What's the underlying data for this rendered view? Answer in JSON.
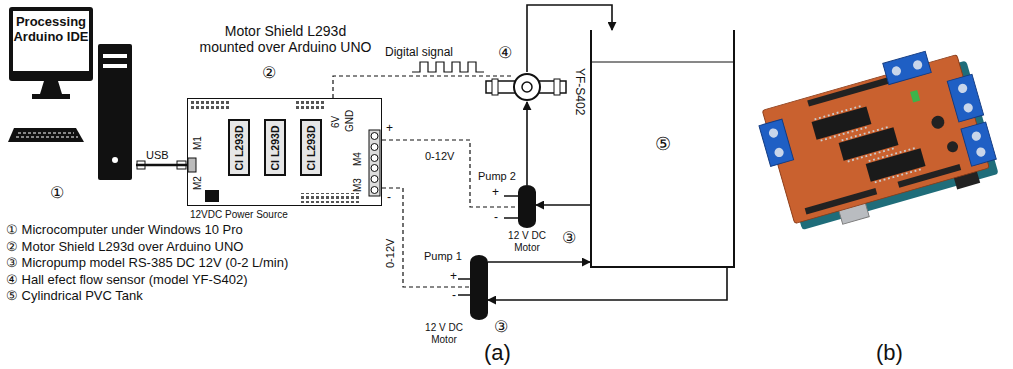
{
  "diagram": {
    "nodes": [
      {
        "text": [
          "Processing Arduino IDE"
        ]
      },
      {
        "text": [
          "Motor Shield L293d mounted over Arduino UNO"
        ]
      },
      {
        "text": [
          "CI L293D"
        ],
        "in": 1
      },
      {
        "text": [
          "CI L293D"
        ],
        "in": 1
      },
      {
        "text": [
          "CI L293D"
        ],
        "in": 1
      },
      {
        "text": [
          "YF-S402"
        ]
      },
      {
        "text": [
          "⑤"
        ]
      },
      {
        "text": [
          "Pump 2",
          "12 V DC Motor"
        ]
      },
      {
        "text": [
          "Pump 1",
          "12 V DC Motor"
        ]
      }
    ],
    "edges": [
      {
        "from": 0,
        "to": 1,
        "label": "USB",
        "arrow": "none"
      },
      {
        "from": 1,
        "to": 5,
        "arrow": "none"
      },
      {
        "from": 1,
        "to": 7,
        "label": "0-12V",
        "arrow": "none"
      },
      {
        "from": 1,
        "to": 8,
        "label": "0-12V",
        "arrow": "none"
      },
      {
        "from": 6,
        "to": 7,
        "arrow": "to"
      },
      {
        "from": 7,
        "to": 5,
        "arrow": "to"
      },
      {
        "from": 5,
        "to": 6,
        "arrow": "to"
      },
      {
        "from": 6,
        "to": 8,
        "arrow": "to"
      },
      {
        "from": 8,
        "to": 6,
        "arrow": "to"
      }
    ],
    "labels": [
      "①",
      "②",
      "M1",
      "M2",
      "6V",
      "GND",
      "M4",
      "M3",
      "+",
      "-",
      "12VDC Power Source",
      "Digital signal",
      "④",
      "+",
      "-",
      "③",
      "+",
      "-",
      "③",
      "① Microcomputer under Windows 10 Pro",
      "② Motor Shield L293d over Arduino UNO",
      "③ Micropump model RS-385 DC 12V (0-2 L/min)",
      "④ Hall efect flow sensor (model YF-S402)",
      "⑤ Cylindrical PVC Tank",
      "(a)",
      "(b)"
    ]
  }
}
